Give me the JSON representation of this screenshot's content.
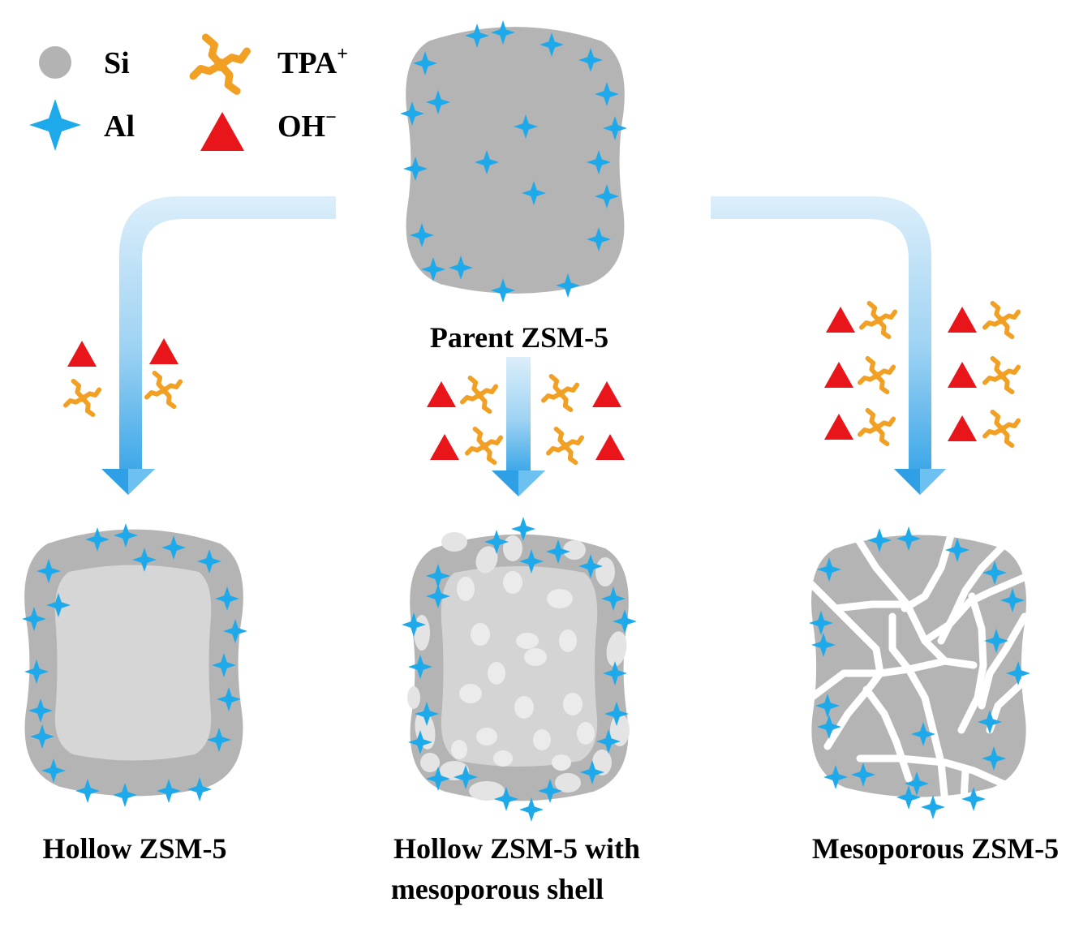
{
  "legend": {
    "si": "Si",
    "al": "Al",
    "tpa": "TPA",
    "tpa_sup": "+",
    "oh": "OH",
    "oh_sup": "−"
  },
  "labels": {
    "parent": "Parent ZSM-5",
    "hollow": "Hollow ZSM-5",
    "hollow_meso_line1": "Hollow ZSM-5 with",
    "hollow_meso_line2": "mesoporous shell",
    "mesoporous": "Mesoporous ZSM-5"
  },
  "colors": {
    "si_gray": "#b3b3b3",
    "al_blue": "#1eaaea",
    "tpa_orange": "#f2a024",
    "oh_red": "#e8161b",
    "arrow_blue": "#8ec9ef",
    "hollow_core": "#d6d6d6",
    "meso_channel": "#ffffff"
  },
  "icons": {
    "si": "gray-circle",
    "al": "four-point-star",
    "tpa": "tetrapropylammonium-branched-molecule",
    "oh": "red-triangle"
  }
}
